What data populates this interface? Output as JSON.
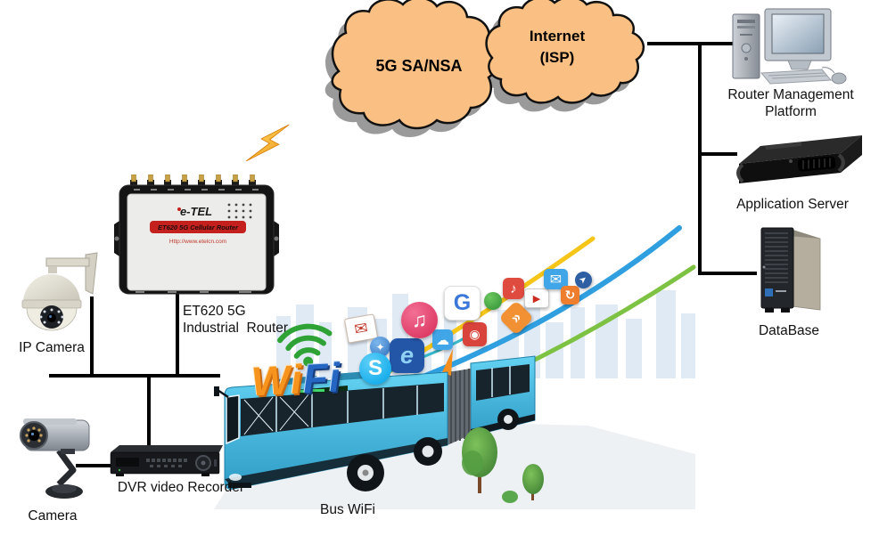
{
  "clouds": {
    "left": "5G SA/NSA",
    "right1": "Internet",
    "right2": "(ISP)"
  },
  "right": {
    "label_rm1": "Router Management",
    "label_rm2": "Platform",
    "label_app": "Application Server",
    "label_db": "DataBase"
  },
  "router": {
    "line1": "ET620 5G",
    "line2": "Industrial  Router",
    "brand": "e-TEL",
    "strip": "ET620 5G Cellular Router",
    "url": "Http://www.etelcn.com"
  },
  "left": {
    "ip_camera": "IP Camera",
    "camera": "Camera",
    "dvr": "DVR video Recorder"
  },
  "bus": {
    "label": "Bus WiFi",
    "wifi1": "Wi",
    "wifi2": "Fi"
  },
  "icons": [
    {
      "name": "airmail-envelope-icon",
      "glyph": "✉"
    },
    {
      "name": "safari-compass-icon",
      "glyph": "✦"
    },
    {
      "name": "ie-browser-icon",
      "glyph": "e"
    },
    {
      "name": "cloud-app-icon",
      "glyph": "☁"
    },
    {
      "name": "map-pin-icon",
      "glyph": "◉"
    },
    {
      "name": "music-circle-icon",
      "glyph": "♫"
    },
    {
      "name": "google-icon",
      "glyph": "G"
    },
    {
      "name": "green-ball-icon",
      "glyph": ""
    },
    {
      "name": "red-music-icon",
      "glyph": "♪"
    },
    {
      "name": "rss-icon",
      "glyph": "»"
    },
    {
      "name": "youtube-icon",
      "glyph": "▶"
    },
    {
      "name": "mail-app-icon",
      "glyph": "✉"
    },
    {
      "name": "swirl-icon",
      "glyph": "↻"
    },
    {
      "name": "small-compass-icon",
      "glyph": "➤"
    },
    {
      "name": "skype-icon",
      "glyph": "S"
    }
  ],
  "colors": {
    "cloud_fill": "#FAC083",
    "bus_cyan": "#45BEE8",
    "wifi_orange": "#F7941D",
    "wifi_blue": "#2566C2",
    "arc_green": "#2FA236",
    "strip_red": "#C4201D",
    "line_black": "#000000"
  }
}
